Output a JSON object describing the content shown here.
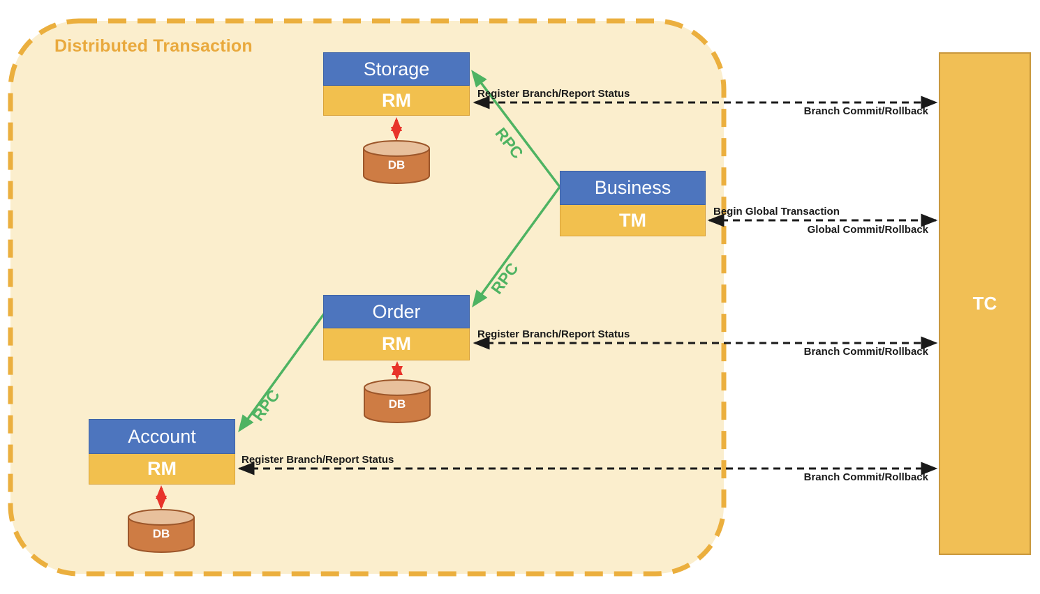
{
  "diagram": {
    "title": "Distributed Transaction",
    "services": [
      {
        "name": "Storage",
        "role": "RM",
        "db_label": "DB"
      },
      {
        "name": "Order",
        "role": "RM",
        "db_label": "DB"
      },
      {
        "name": "Account",
        "role": "RM",
        "db_label": "DB"
      }
    ],
    "business": {
      "name": "Business",
      "role": "TM"
    },
    "tc": {
      "label": "TC"
    },
    "rpc_label": "RPC",
    "messages": {
      "register_branch": "Register Branch/Report Status",
      "branch_commit": "Branch Commit/Rollback",
      "begin_global": "Begin Global Transaction",
      "global_commit": "Global Commit/Rollback"
    }
  },
  "theme": {
    "containerFill": "#FBEECD",
    "containerBorder": "#EBAF3E",
    "titleColor": "#E9A93D",
    "blue": "#4D75BE",
    "blueBorder": "#3D62A6",
    "yellow": "#F2C04E",
    "yellowBorder": "#D8A23A",
    "tcFill": "#F1BF55",
    "tcBorder": "#C9983D",
    "dbBody": "#CE7C44",
    "dbTop": "#E8C09C",
    "dbBorder": "#9C562A",
    "green": "#4EB362",
    "red": "#E8332A",
    "ink": "#1A1A1A"
  }
}
